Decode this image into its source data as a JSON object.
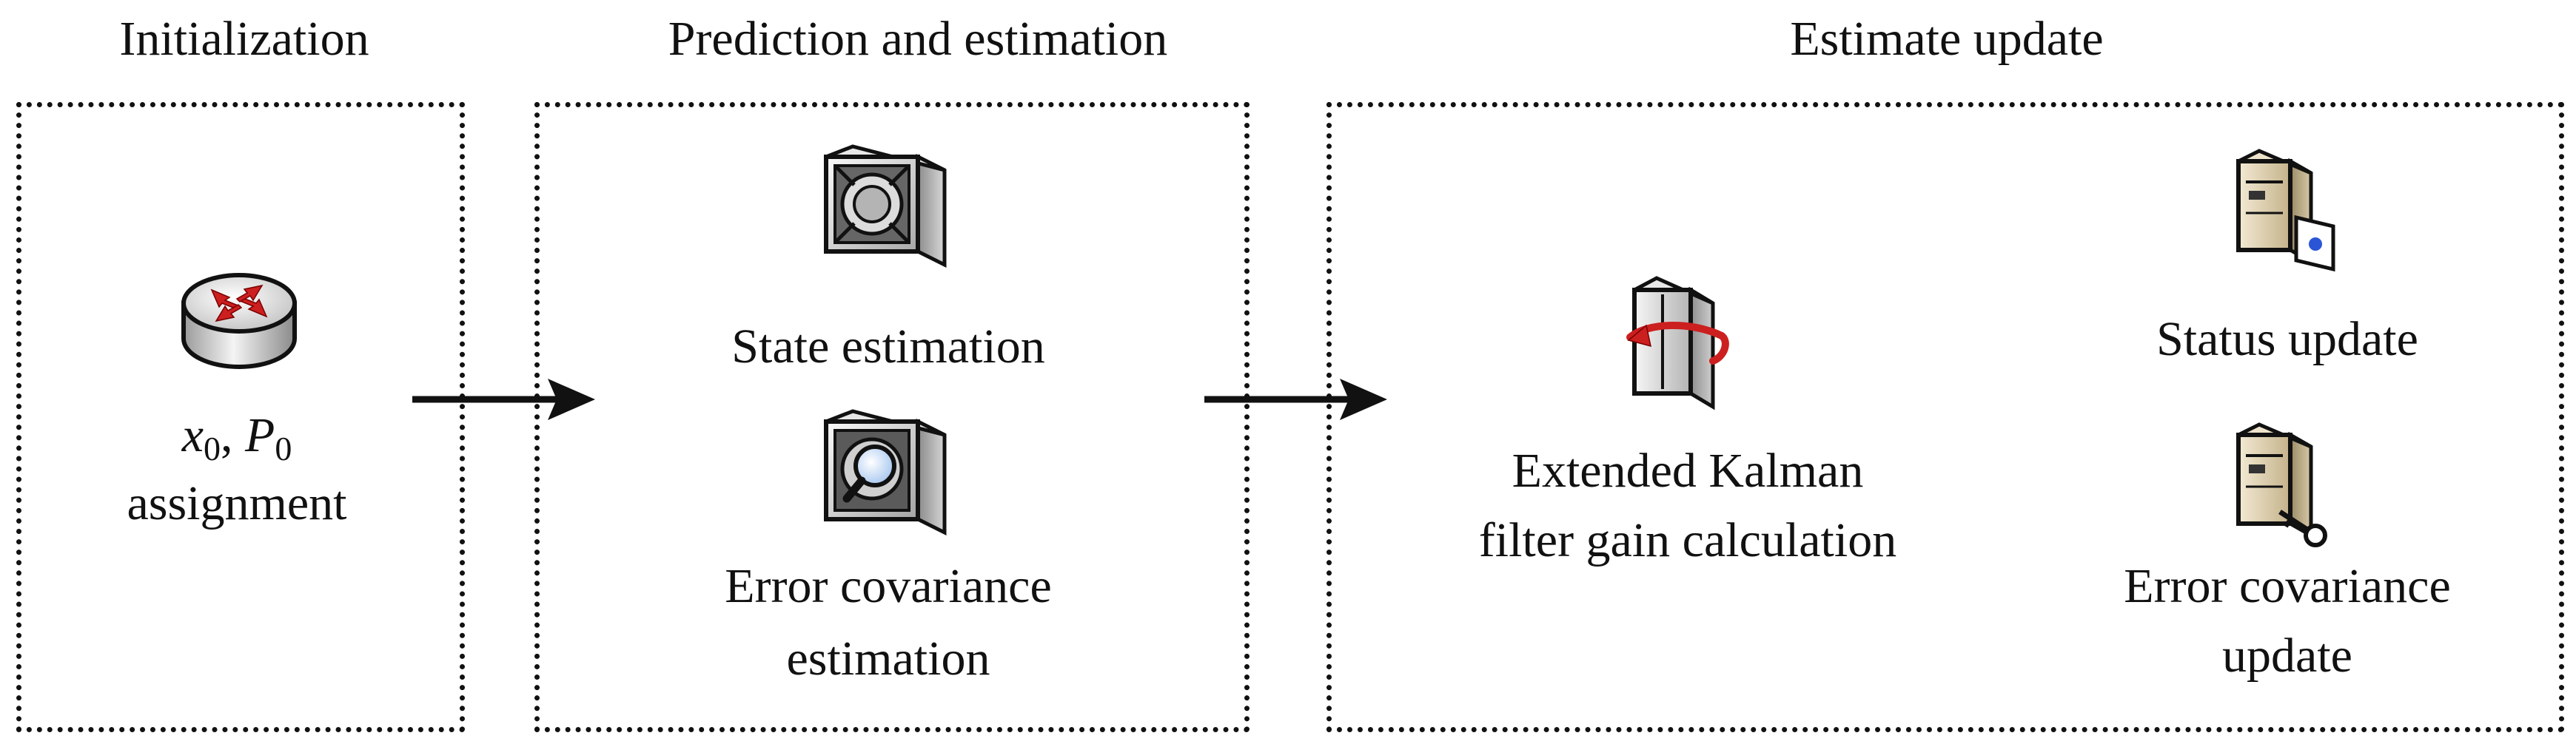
{
  "stages": {
    "init": {
      "title": "Initialization",
      "items": [
        {
          "icon": "router-icon",
          "label_parts": {
            "x": "x",
            "x_sub": "0",
            "sep": ", ",
            "p": "P",
            "p_sub": "0"
          },
          "label_line2": "assignment"
        }
      ]
    },
    "predict": {
      "title": "Prediction and estimation",
      "items": [
        {
          "icon": "fan-box-icon",
          "label": "State estimation"
        },
        {
          "icon": "magnifier-box-icon",
          "label_line1": "Error covariance",
          "label_line2": "estimation"
        }
      ]
    },
    "update": {
      "title": "Estimate update",
      "items": [
        {
          "icon": "rack-sync-icon",
          "label_line1": "Extended Kalman",
          "label_line2": "filter gain calculation"
        },
        {
          "icon": "server-screen-icon",
          "label": "Status update"
        },
        {
          "icon": "server-key-icon",
          "label_line1": "Error covariance",
          "label_line2": "update"
        }
      ]
    }
  },
  "colors": {
    "line": "#111111",
    "accent_red": "#cc1f1f",
    "accent_blue": "#2a55d6",
    "icon_light": "#f2f2f2",
    "icon_mid": "#c8c8c8",
    "icon_dark": "#7a7a7a",
    "server_tan": "#e6d7b6"
  }
}
